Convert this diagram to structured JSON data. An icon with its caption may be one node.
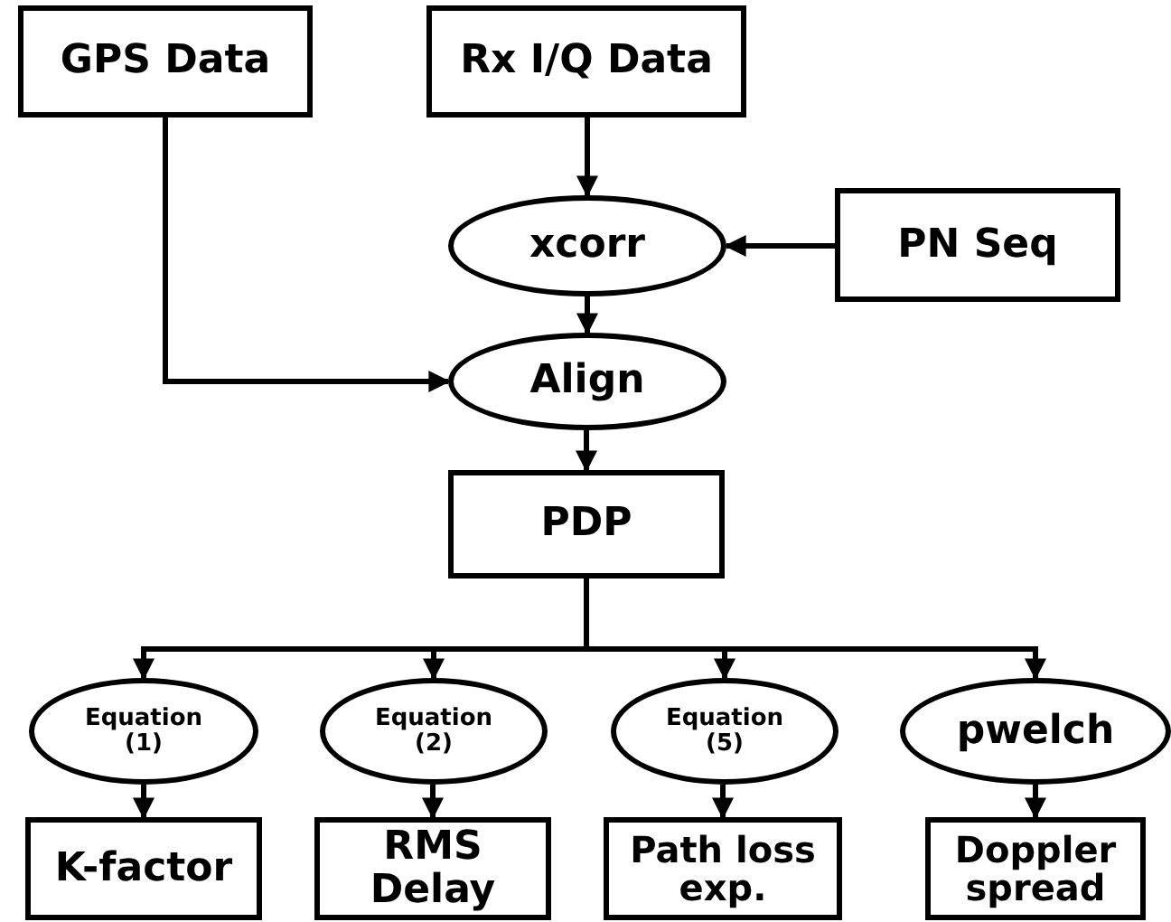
{
  "diagram": {
    "nodes": [
      {
        "text": [
          "GPS Data"
        ]
      },
      {
        "text": [
          "Rx I/Q Data"
        ]
      },
      {
        "text": [
          "xcorr"
        ]
      },
      {
        "text": [
          "PN Seq"
        ]
      },
      {
        "text": [
          "Align"
        ]
      },
      {
        "text": [
          "PDP"
        ]
      },
      {
        "text": [
          "Equation (1)"
        ]
      },
      {
        "text": [
          "Equation (2)"
        ]
      },
      {
        "text": [
          "Equation (5)"
        ]
      },
      {
        "text": [
          "pwelch"
        ]
      },
      {
        "text": [
          "K-factor"
        ]
      },
      {
        "text": [
          "RMS Delay"
        ]
      },
      {
        "text": [
          "Path loss exp."
        ]
      },
      {
        "text": [
          "Doppler spread"
        ]
      }
    ],
    "edges": [
      {
        "from": 0,
        "to": 4,
        "arrow": "to"
      },
      {
        "from": 1,
        "to": 2,
        "arrow": "to"
      },
      {
        "from": 3,
        "to": 2,
        "arrow": "to"
      },
      {
        "from": 2,
        "to": 4,
        "arrow": "to"
      },
      {
        "from": 4,
        "to": 5,
        "arrow": "to"
      },
      {
        "from": 5,
        "to": 6,
        "arrow": "to"
      },
      {
        "from": 5,
        "to": 7,
        "arrow": "to"
      },
      {
        "from": 5,
        "to": 8,
        "arrow": "to"
      },
      {
        "from": 5,
        "to": 9,
        "arrow": "to"
      },
      {
        "from": 6,
        "to": 10,
        "arrow": "to"
      },
      {
        "from": 7,
        "to": 11,
        "arrow": "to"
      },
      {
        "from": 8,
        "to": 12,
        "arrow": "to"
      },
      {
        "from": 9,
        "to": 13,
        "arrow": "to"
      }
    ]
  }
}
